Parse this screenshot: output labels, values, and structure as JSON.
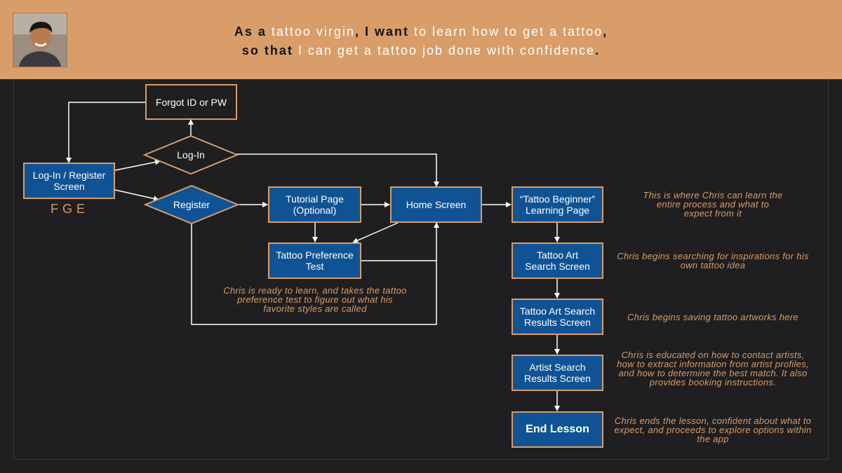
{
  "header": {
    "story": {
      "as_a": "As a",
      "persona": "tattoo virgin",
      "comma1": ",",
      "i_want": "I want",
      "goal": "to learn how to get a tattoo",
      "comma2": ",",
      "so_that": "so that",
      "benefit": "I can get a tattoo job done with confidence",
      "period": "."
    }
  },
  "flow": {
    "forgot": "Forgot ID or PW",
    "login": "Log-In",
    "login_register": "Log-In / Register Screen",
    "fge": "FGE",
    "register": "Register",
    "tutorial": "Tutorial Page (Optional)",
    "home": "Home Screen",
    "preference": "Tattoo Preference Test",
    "beginner": "“Tattoo Beginner” Learning Page",
    "art_search": "Tattoo Art Search Screen",
    "art_results": "Tattoo Art Search Results Screen",
    "artist_results": "Artist Search Results Screen",
    "end": "End Lesson"
  },
  "notes": {
    "preference": "Chris is ready to learn, and takes the tattoo preference test to figure out what his favorite styles are called",
    "beginner": "This is where Chris can learn the entire process and what to expect from it",
    "art_search": "Chris begins searching for inspirations for his own tattoo idea",
    "art_results": "Chris begins saving tattoo artworks here",
    "artist_results": "Chris is educated on how to contact artists, how to extract information from artist profiles, and how to determine the best match. It also provides booking instructions.",
    "end": "Chris ends the lesson, confident about what to expect, and proceeds to explore options within the app"
  },
  "colors": {
    "header_bg": "#d89d69",
    "canvas_bg": "#1f1e20",
    "box_fill": "#0f5394",
    "box_border": "#d89d69",
    "note_text": "#d89d69"
  }
}
